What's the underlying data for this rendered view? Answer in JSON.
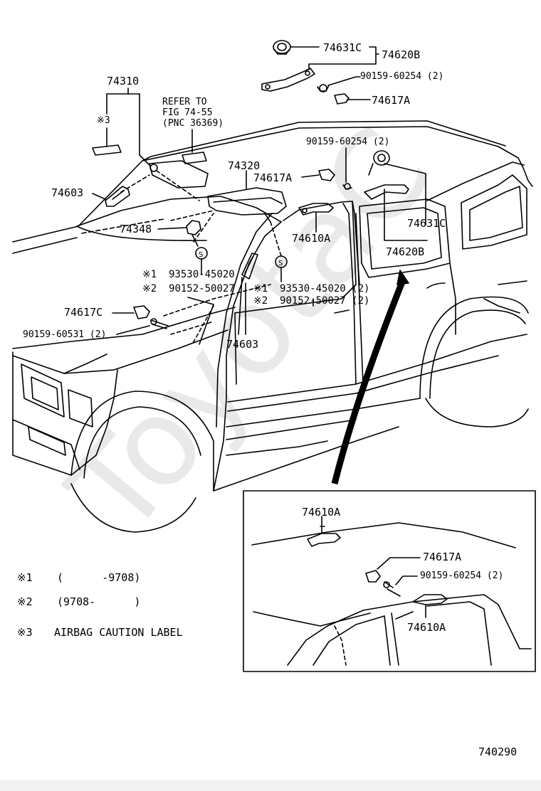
{
  "watermark": "ToyotaC",
  "figure_number": "740290",
  "refer": {
    "line1": "REFER TO",
    "line2": "FIG 74-55",
    "line3": "(PNC 36369)"
  },
  "labels": {
    "p74631c_top": "74631C",
    "p74620b_top": "74620B",
    "p90159_60254_top": "90159-60254 (2)",
    "p74617a_top": "74617A",
    "p74310": "74310",
    "mark3_sticker": "※3",
    "p74320": "74320",
    "p90159_60254_mid": "90159-60254 (2)",
    "p74617a_mid": "74617A",
    "p74603_left": "74603",
    "p74348": "74348",
    "p74610a": "74610A",
    "p74631c_right": "74631C",
    "p74620b_right": "74620B",
    "m1_93530_left": "※1  93530-45020",
    "m2_90152_left": "※2  90152-50027",
    "m1_93530_right": "※1  93530-45020 (2)",
    "m2_90152_right": "※2  90152-50027 (2)",
    "p74617c": "74617C",
    "p90159_60531": "90159-60531 (2)",
    "p74603_bottom": "74603",
    "inset_74610a_top": "74610A",
    "inset_74617a": "74617A",
    "inset_90159_60254": "90159-60254 (2)",
    "inset_74610a_bottom": "74610A"
  },
  "notes": [
    {
      "mark": "※1",
      "text": "(      -9708)"
    },
    {
      "mark": "※2",
      "text": "(9708-      )"
    },
    {
      "mark": "※3",
      "text": "AIRBAG CAUTION LABEL"
    }
  ]
}
